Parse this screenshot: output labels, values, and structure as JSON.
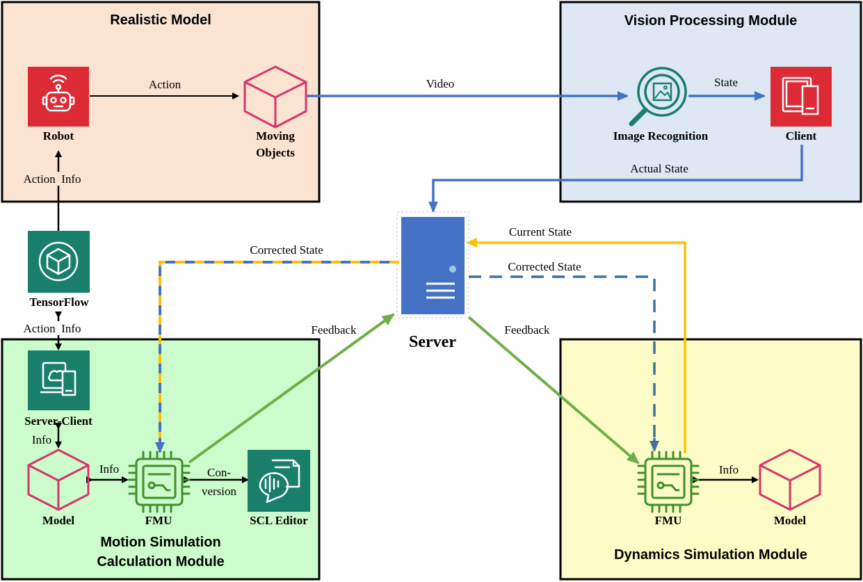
{
  "modules": {
    "realistic": {
      "title": "Realistic Model",
      "fill": "#fbe3d2"
    },
    "vision": {
      "title": "Vision Processing Module",
      "fill": "#dde8f4"
    },
    "motion": {
      "title_line1": "Motion Simulation",
      "title_line2": "Calculation Module",
      "fill": "#ccfccc"
    },
    "dynamics": {
      "title": "Dynamics Simulation Module",
      "fill": "#fdfcc6"
    }
  },
  "nodes": {
    "robot": {
      "label": "Robot",
      "icon": "robot-icon"
    },
    "moving_objects": {
      "label_line1": "Moving",
      "label_line2": "Objects",
      "icon": "cube-icon"
    },
    "image_recognition": {
      "label": "Image Recognition",
      "icon": "magnifier-image-icon"
    },
    "client": {
      "label": "Client",
      "icon": "devices-icon"
    },
    "tensorflow": {
      "label": "TensorFlow",
      "icon": "tensorflow-icon"
    },
    "server_client": {
      "label": "Server-Client",
      "icon": "cloud-devices-icon"
    },
    "model_left": {
      "label": "Model",
      "icon": "cube-icon"
    },
    "fmu_left": {
      "label": "FMU",
      "icon": "chip-icon"
    },
    "scl_editor": {
      "label": "SCL Editor",
      "icon": "voice-document-icon"
    },
    "server": {
      "label": "Server",
      "icon": "server-icon"
    },
    "fmu_right": {
      "label": "FMU",
      "icon": "chip-icon"
    },
    "model_right": {
      "label": "Model",
      "icon": "cube-icon"
    }
  },
  "edges": {
    "action": "Action",
    "video": "Video",
    "state": "State",
    "actual_state": "Actual State",
    "action_info_top": "Action  Info",
    "action_info_mid": "Action  Info",
    "info_server_client": "Info",
    "info_left": "Info",
    "conversion_line1": "Con-",
    "conversion_line2": "version",
    "corrected_state_left": "Corrected State",
    "current_state": "Current State",
    "corrected_state_right": "Corrected State",
    "feedback_left": "Feedback",
    "feedback_right": "Feedback",
    "info_right": "Info"
  },
  "colors": {
    "blue": "#4472c4",
    "dash_blue": "#41719c",
    "yellow": "#ffc000",
    "green": "#70ad47",
    "teal": "#1a7f6a",
    "red": "#dd2b36",
    "pink": "#d4366d",
    "chip_green": "#3f8f2a",
    "server_blue": "#4472c4"
  }
}
